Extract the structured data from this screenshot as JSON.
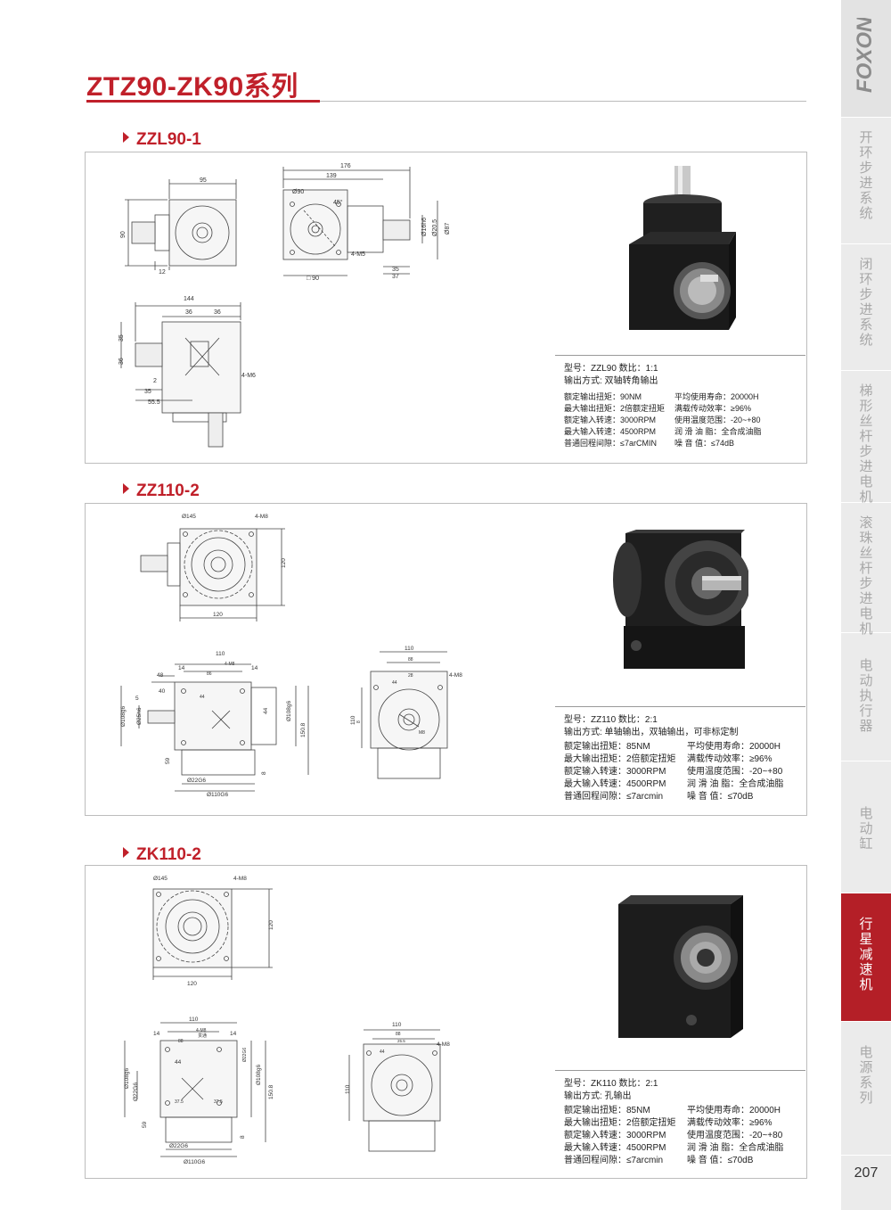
{
  "page": {
    "title": "ZTZ90-ZK90系列",
    "page_number": "207"
  },
  "sidebar": {
    "logo": "FOXON",
    "items": [
      {
        "label": "开环步进系统",
        "active": false
      },
      {
        "label": "闭环步进系统",
        "active": false
      },
      {
        "label": "梯形丝杆步进电机",
        "active": false
      },
      {
        "label": "滚珠丝杆步进电机",
        "active": false
      },
      {
        "label": "电动执行器",
        "active": false
      },
      {
        "label": "电动缸",
        "active": false
      },
      {
        "label": "行星减速机",
        "active": true
      },
      {
        "label": "电源系列",
        "active": false
      }
    ]
  },
  "sections": [
    {
      "heading": "ZZL90-1",
      "specs": {
        "line1": "型号：ZZL90    数比：1:1",
        "line2": "输出方式: 双轴转角输出",
        "left": [
          "额定输出扭矩：90NM",
          "最大输出扭矩：2倍额定扭矩",
          "额定输入转速：3000RPM",
          "最大输入转速：4500RPM",
          "普通回程间隙：≤7arCMIN"
        ],
        "right": [
          "平均使用寿命：20000H",
          "满载传动效率：≥96%",
          "使用温度范围：-20~+80",
          "润 滑 油 脂：全合成油脂",
          "噪      音   值：≤74dB"
        ]
      },
      "dims": {
        "d1": "95",
        "d2": "90",
        "d3": "12",
        "d4": "176",
        "d5": "139",
        "d6": "Ø90",
        "d7": "45°",
        "d8": "4-M5",
        "d9": "35",
        "d10": "37",
        "d11": "□ 90",
        "d12": "Ø16h6",
        "d13": "Ø20.5",
        "d14": "Ø87",
        "d15": "144",
        "d16": "36",
        "d17": "36",
        "d18": "35",
        "d19": "36",
        "d20": "4-M6",
        "d21": "2",
        "d22": "35",
        "d23": "55.5"
      }
    },
    {
      "heading": "ZZ110-2",
      "specs": {
        "line1": "型号：ZZ110    数比：2:1",
        "line2": "输出方式: 单轴输出，双轴输出，可非标定制",
        "left": [
          "额定输出扭矩：85NM",
          "最大输出扭矩：2倍额定扭矩",
          "额定输入转速：3000RPM",
          "最大输入转速：4500RPM",
          "普通回程间隙：≤7arcmin"
        ],
        "right": [
          "平均使用寿命：20000H",
          "满载传动效率：≥96%",
          "使用温度范围：-20~+80",
          "润 滑 油 脂：全合成油脂",
          "噪      音      值：≤70dB"
        ]
      },
      "dims": {
        "d1": "Ø145",
        "d2": "4-M8",
        "d3": "120",
        "d4": "120",
        "d5": "110",
        "d6": "4-M8",
        "d7": "86",
        "d8": "14",
        "d9": "14",
        "d10": "48",
        "d11": "40",
        "d12": "5",
        "d13": "44",
        "d14": "Ø108g6",
        "d15": "Ø25h6",
        "d16": "44",
        "d17": "Ø108g6",
        "d18": "150.8",
        "d19": "59",
        "d20": "8",
        "d21": "Ø22G6",
        "d22": "Ø110G6",
        "d23": "110",
        "d24": "88",
        "d25": "28",
        "d26": "44",
        "d27": "4-M8",
        "d28": "8",
        "d29": "110",
        "d30": "M8"
      }
    },
    {
      "heading": "ZK110-2",
      "specs": {
        "line1": "型号：ZK110    数比：2:1",
        "line2": "输出方式: 孔输出",
        "left": [
          "额定输出扭矩：85NM",
          "最大输出扭矩：2倍额定扭矩",
          "额定输入转速：3000RPM",
          "最大输入转速：4500RPM",
          "普通回程间隙：≤7arcmin"
        ],
        "right": [
          "平均使用寿命：20000H",
          "满载传动效率：≥96%",
          "使用温度范围：-20~+80",
          "润 滑 油 脂：全合成油脂",
          "噪      音      值：≤70dB"
        ]
      },
      "dims": {
        "d1": "Ø145",
        "d2": "4-M8",
        "d3": "120",
        "d4": "120",
        "d5": "110",
        "d6": "4-M8",
        "d7": "贯通",
        "d8": "14",
        "d9": "14",
        "d10": "88",
        "d11": "44",
        "d12": "Ø108g6",
        "d13": "Ø22G6",
        "d14": "37.5",
        "d15": "37.5",
        "d16": "Ø22G6",
        "d17": "Ø108g6",
        "d18": "150.8",
        "d19": "59",
        "d20": "8",
        "d21": "Ø22G6",
        "d22": "Ø110G6",
        "d23": "110",
        "d24": "88",
        "d25": "25.5",
        "d26": "44",
        "d27": "4-M8",
        "d28": "110"
      }
    }
  ]
}
